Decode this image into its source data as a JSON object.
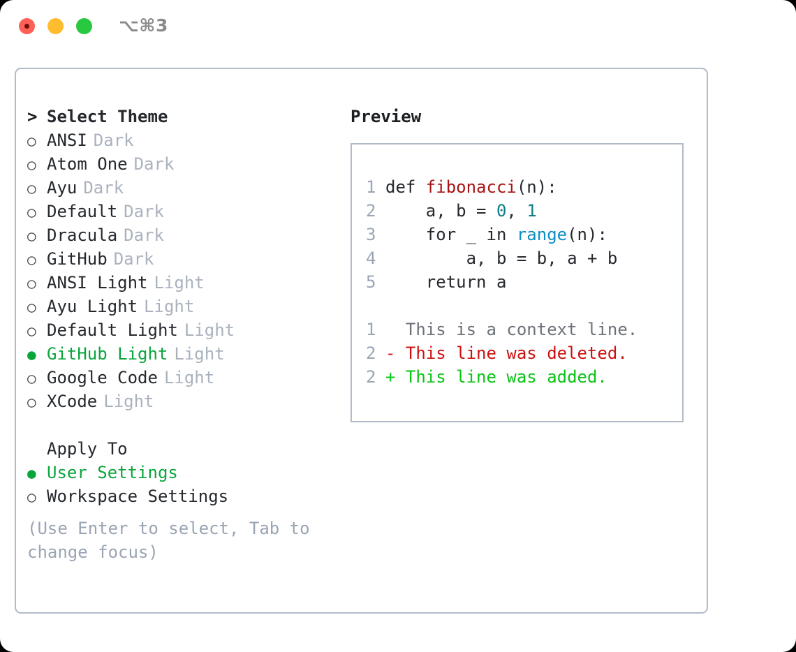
{
  "titlebar": {
    "shortcut": "⌥⌘3",
    "lights": [
      {
        "name": "close",
        "color": "#ff5f57"
      },
      {
        "name": "minimize",
        "color": "#febc2e"
      },
      {
        "name": "zoom",
        "color": "#28c840"
      }
    ]
  },
  "theme_picker": {
    "header_prefix": ">",
    "header": "Select Theme",
    "bullet_unselected": "○",
    "bullet_selected": "●",
    "items": [
      {
        "name": "ANSI",
        "variant": "Dark",
        "selected": false
      },
      {
        "name": "Atom One",
        "variant": "Dark",
        "selected": false
      },
      {
        "name": "Ayu",
        "variant": "Dark",
        "selected": false
      },
      {
        "name": "Default",
        "variant": "Dark",
        "selected": false
      },
      {
        "name": "Dracula",
        "variant": "Dark",
        "selected": false
      },
      {
        "name": "GitHub",
        "variant": "Dark",
        "selected": false
      },
      {
        "name": "ANSI Light",
        "variant": "Light",
        "selected": false
      },
      {
        "name": "Ayu Light",
        "variant": "Light",
        "selected": false
      },
      {
        "name": "Default Light",
        "variant": "Light",
        "selected": false
      },
      {
        "name": "GitHub Light",
        "variant": "Light",
        "selected": true
      },
      {
        "name": "Google Code",
        "variant": "Light",
        "selected": false
      },
      {
        "name": "XCode",
        "variant": "Light",
        "selected": false
      }
    ]
  },
  "apply_to": {
    "header": "Apply To",
    "items": [
      {
        "name": "User Settings",
        "selected": true
      },
      {
        "name": "Workspace Settings",
        "selected": false
      }
    ]
  },
  "hint": "(Use Enter to select, Tab to change focus)",
  "preview": {
    "title": "Preview",
    "code_lines": [
      {
        "num": "1",
        "segments": [
          {
            "text": "def ",
            "kind": "plain"
          },
          {
            "text": "fibonacci",
            "kind": "fn"
          },
          {
            "text": "(n):",
            "kind": "plain"
          }
        ]
      },
      {
        "num": "2",
        "segments": [
          {
            "text": "    a, b = ",
            "kind": "plain"
          },
          {
            "text": "0",
            "kind": "num"
          },
          {
            "text": ", ",
            "kind": "plain"
          },
          {
            "text": "1",
            "kind": "num"
          }
        ]
      },
      {
        "num": "3",
        "segments": [
          {
            "text": "    for _ in ",
            "kind": "plain"
          },
          {
            "text": "range",
            "kind": "call"
          },
          {
            "text": "(n):",
            "kind": "plain"
          }
        ]
      },
      {
        "num": "4",
        "segments": [
          {
            "text": "        a, b = b, a + b",
            "kind": "plain"
          }
        ]
      },
      {
        "num": "5",
        "segments": [
          {
            "text": "    return a",
            "kind": "plain"
          }
        ]
      }
    ],
    "diff_lines": [
      {
        "num": "1",
        "marker": " ",
        "text": "  This is a context line.",
        "kind": "context"
      },
      {
        "num": "2",
        "marker": "-",
        "text": "- This line was deleted.",
        "kind": "deleted"
      },
      {
        "num": "2",
        "marker": "+",
        "text": "+ This line was added.",
        "kind": "added"
      }
    ]
  },
  "colors": {
    "accent_green": "#09a53c",
    "muted": "#aab2be",
    "hint": "#9aa4b4",
    "border": "#b2bbc9",
    "fn": "#a81414",
    "num": "#0e7c86",
    "call": "#0b8ec4",
    "diff_deleted": "#cc1111",
    "diff_added": "#0ac414"
  }
}
